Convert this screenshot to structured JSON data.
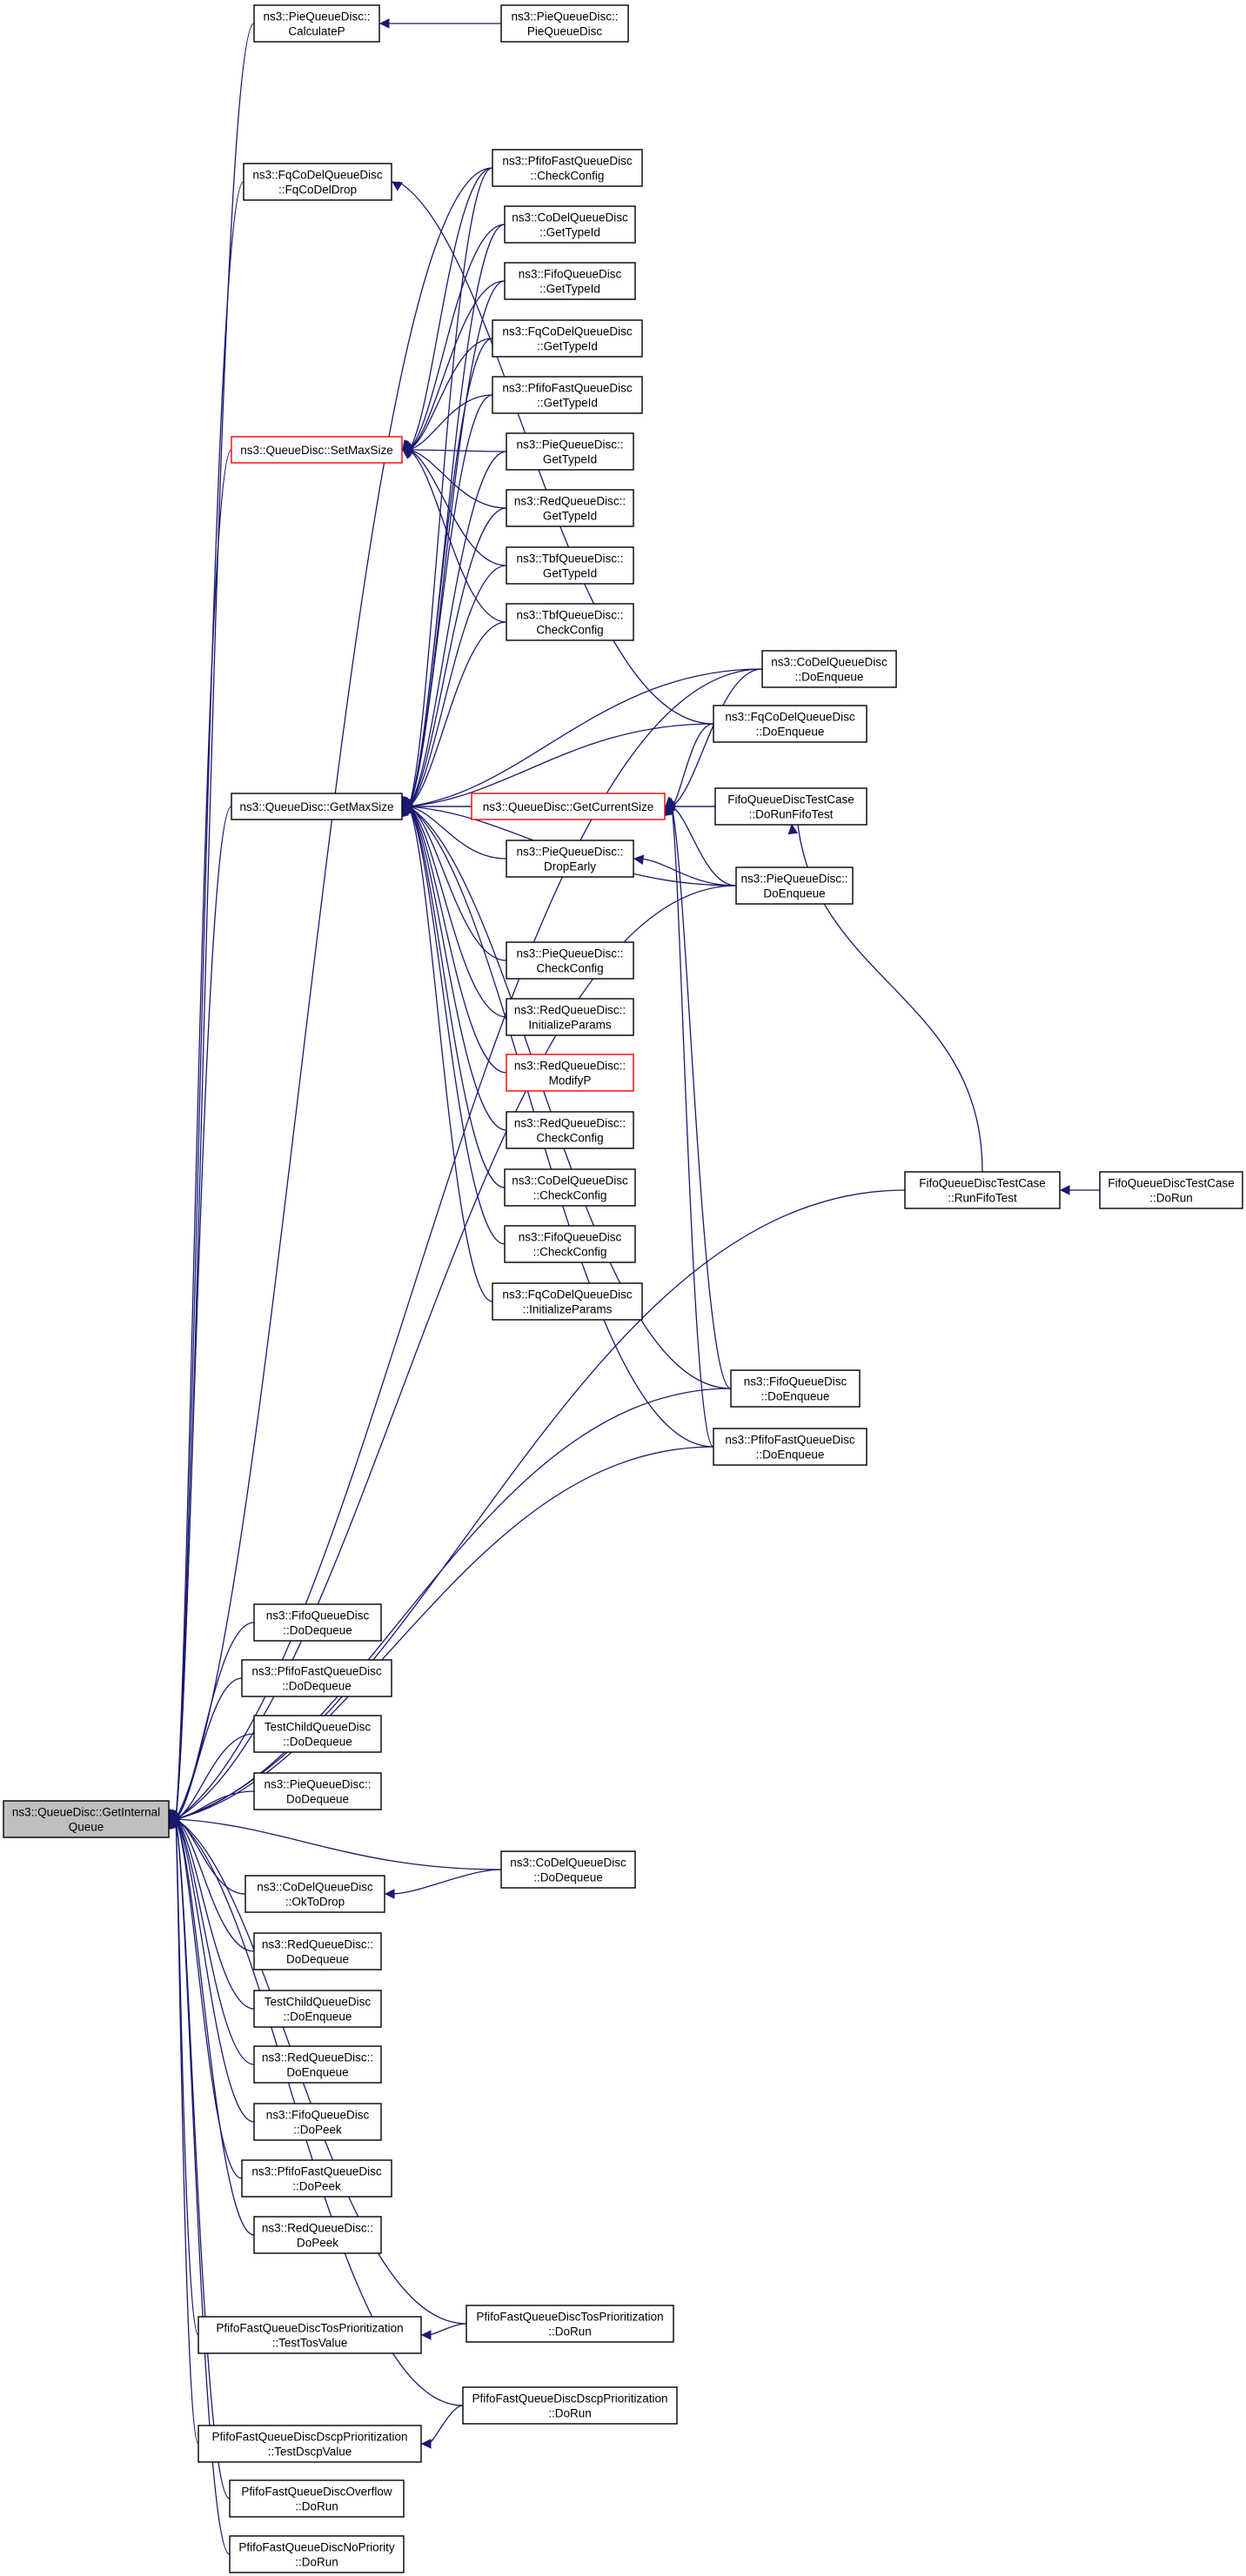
{
  "nodes": [
    {
      "id": "root",
      "lines": [
        "ns3::QueueDisc::GetInternal",
        "Queue"
      ]
    },
    {
      "id": "pie_calcp",
      "lines": [
        "ns3::PieQueueDisc::",
        "CalculateP"
      ]
    },
    {
      "id": "pie_ctor",
      "lines": [
        "ns3::PieQueueDisc::",
        "PieQueueDisc"
      ]
    },
    {
      "id": "fq_drop",
      "lines": [
        "ns3::FqCoDelQueueDisc",
        "::FqCoDelDrop"
      ]
    },
    {
      "id": "pfifo_checkcfg",
      "lines": [
        "ns3::PfifoFastQueueDisc",
        "::CheckConfig"
      ]
    },
    {
      "id": "codel_gettid",
      "lines": [
        "ns3::CoDelQueueDisc",
        "::GetTypeId"
      ]
    },
    {
      "id": "fifo_gettid",
      "lines": [
        "ns3::FifoQueueDisc",
        "::GetTypeId"
      ]
    },
    {
      "id": "fq_gettid",
      "lines": [
        "ns3::FqCoDelQueueDisc",
        "::GetTypeId"
      ]
    },
    {
      "id": "pfifo_gettid",
      "lines": [
        "ns3::PfifoFastQueueDisc",
        "::GetTypeId"
      ]
    },
    {
      "id": "setmax",
      "lines": [
        "ns3::QueueDisc::SetMaxSize"
      ],
      "red": true
    },
    {
      "id": "pie_gettid",
      "lines": [
        "ns3::PieQueueDisc::",
        "GetTypeId"
      ]
    },
    {
      "id": "red_gettid",
      "lines": [
        "ns3::RedQueueDisc::",
        "GetTypeId"
      ]
    },
    {
      "id": "tbf_gettid",
      "lines": [
        "ns3::TbfQueueDisc::",
        "GetTypeId"
      ]
    },
    {
      "id": "tbf_checkcfg",
      "lines": [
        "ns3::TbfQueueDisc::",
        "CheckConfig"
      ]
    },
    {
      "id": "codel_doenq",
      "lines": [
        "ns3::CoDelQueueDisc",
        "::DoEnqueue"
      ]
    },
    {
      "id": "fq_doenq",
      "lines": [
        "ns3::FqCoDelQueueDisc",
        "::DoEnqueue"
      ]
    },
    {
      "id": "getmax",
      "lines": [
        "ns3::QueueDisc::GetMaxSize"
      ]
    },
    {
      "id": "getcur",
      "lines": [
        "ns3::QueueDisc::GetCurrentSize"
      ],
      "red": true
    },
    {
      "id": "fifotest_dorun",
      "lines": [
        "FifoQueueDiscTestCase",
        "::DoRunFifoTest"
      ]
    },
    {
      "id": "pie_dropearly",
      "lines": [
        "ns3::PieQueueDisc::",
        "DropEarly"
      ]
    },
    {
      "id": "pie_doenq",
      "lines": [
        "ns3::PieQueueDisc::",
        "DoEnqueue"
      ]
    },
    {
      "id": "pie_checkcfg",
      "lines": [
        "ns3::PieQueueDisc::",
        "CheckConfig"
      ]
    },
    {
      "id": "red_initparams",
      "lines": [
        "ns3::RedQueueDisc::",
        "InitializeParams"
      ]
    },
    {
      "id": "red_modifyp",
      "lines": [
        "ns3::RedQueueDisc::",
        "ModifyP"
      ],
      "red": true
    },
    {
      "id": "red_checkcfg",
      "lines": [
        "ns3::RedQueueDisc::",
        "CheckConfig"
      ]
    },
    {
      "id": "codel_checkcfg",
      "lines": [
        "ns3::CoDelQueueDisc",
        "::CheckConfig"
      ]
    },
    {
      "id": "fifo_checkcfg",
      "lines": [
        "ns3::FifoQueueDisc",
        "::CheckConfig"
      ]
    },
    {
      "id": "fq_initparams",
      "lines": [
        "ns3::FqCoDelQueueDisc",
        "::InitializeParams"
      ]
    },
    {
      "id": "fifotest_run",
      "lines": [
        "FifoQueueDiscTestCase",
        "::RunFifoTest"
      ]
    },
    {
      "id": "fifotest_dorun2",
      "lines": [
        "FifoQueueDiscTestCase",
        "::DoRun"
      ]
    },
    {
      "id": "fifo_doenq",
      "lines": [
        "ns3::FifoQueueDisc",
        "::DoEnqueue"
      ]
    },
    {
      "id": "pfifo_doenq",
      "lines": [
        "ns3::PfifoFastQueueDisc",
        "::DoEnqueue"
      ]
    },
    {
      "id": "fifo_dodeq",
      "lines": [
        "ns3::FifoQueueDisc",
        "::DoDequeue"
      ]
    },
    {
      "id": "pfifo_dodeq",
      "lines": [
        "ns3::PfifoFastQueueDisc",
        "::DoDequeue"
      ]
    },
    {
      "id": "child_dodeq",
      "lines": [
        "TestChildQueueDisc",
        "::DoDequeue"
      ]
    },
    {
      "id": "pie_dodeq",
      "lines": [
        "ns3::PieQueueDisc::",
        "DoDequeue"
      ]
    },
    {
      "id": "codel_dodeq",
      "lines": [
        "ns3::CoDelQueueDisc",
        "::DoDequeue"
      ]
    },
    {
      "id": "codel_oktodrop",
      "lines": [
        "ns3::CoDelQueueDisc",
        "::OkToDrop"
      ]
    },
    {
      "id": "red_dodeq",
      "lines": [
        "ns3::RedQueueDisc::",
        "DoDequeue"
      ]
    },
    {
      "id": "child_doenq",
      "lines": [
        "TestChildQueueDisc",
        "::DoEnqueue"
      ]
    },
    {
      "id": "red_doenq",
      "lines": [
        "ns3::RedQueueDisc::",
        "DoEnqueue"
      ]
    },
    {
      "id": "fifo_dopeek",
      "lines": [
        "ns3::FifoQueueDisc",
        "::DoPeek"
      ]
    },
    {
      "id": "pfifo_dopeek",
      "lines": [
        "ns3::PfifoFastQueueDisc",
        "::DoPeek"
      ]
    },
    {
      "id": "red_dopeek",
      "lines": [
        "ns3::RedQueueDisc::",
        "DoPeek"
      ]
    },
    {
      "id": "tos_test",
      "lines": [
        "PfifoFastQueueDiscTosPrioritization",
        "::TestTosValue"
      ]
    },
    {
      "id": "tos_dorun",
      "lines": [
        "PfifoFastQueueDiscTosPrioritization",
        "::DoRun"
      ]
    },
    {
      "id": "dscp_test",
      "lines": [
        "PfifoFastQueueDiscDscpPrioritization",
        "::TestDscpValue"
      ]
    },
    {
      "id": "dscp_dorun",
      "lines": [
        "PfifoFastQueueDiscDscpPrioritization",
        "::DoRun"
      ]
    },
    {
      "id": "overflow_dorun",
      "lines": [
        "PfifoFastQueueDiscOverflow",
        "::DoRun"
      ]
    },
    {
      "id": "nopriority_dorun",
      "lines": [
        "PfifoFastQueueDiscNoPriority",
        "::DoRun"
      ]
    }
  ],
  "colors": {
    "edge": "#191970",
    "node_border": "#000000",
    "highlight_border": "#ff0000",
    "root_fill": "#bfbfbf"
  }
}
